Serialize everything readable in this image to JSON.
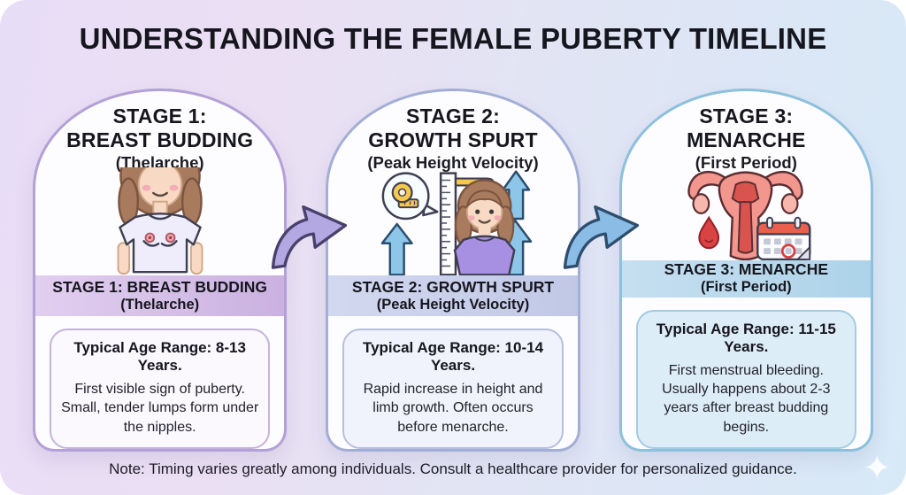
{
  "title": "UNDERSTANDING THE FEMALE PUBERTY TIMELINE",
  "note": "Note: Timing varies greatly among individuals. Consult a healthcare provider for personalized guidance.",
  "colors": {
    "stage1_accent": "#b2a0d6",
    "stage1_banner": "#cfb6e3",
    "stage2_accent": "#a3aed6",
    "stage2_banner": "#c7cde9",
    "stage3_accent": "#8cc0dc",
    "stage3_banner": "#b7d8ec",
    "connector_arrow_1": "#b4a8e2",
    "connector_arrow_2": "#8abce5",
    "background_left": "#e8ddf6",
    "background_right": "#d7e9f7"
  },
  "stages": [
    {
      "heading": {
        "line1": "STAGE 1:",
        "line2": "BREAST BUDDING",
        "subtitle": "(Thelarche)"
      },
      "banner": {
        "line1": "STAGE 1: BREAST BUDDING",
        "line2": "(Thelarche)"
      },
      "age_range": "Typical Age Range: 8-13 Years.",
      "description": "First visible sign of puberty. Small, tender lumps form under the nipples.",
      "illustration": "girl-torso-breast-buds"
    },
    {
      "heading": {
        "line1": "STAGE 2:",
        "line2": "GROWTH SPURT",
        "subtitle": "(Peak Height Velocity)"
      },
      "banner": {
        "line1": "STAGE 2: GROWTH SPURT",
        "line2": "(Peak Height Velocity)"
      },
      "age_range": "Typical Age Range: 10-14 Years.",
      "description": "Rapid increase in height and limb growth. Often occurs before menarche.",
      "illustration": "ruler-girl-up-arrows"
    },
    {
      "heading": {
        "line1": "STAGE 3:",
        "line2": "MENARCHE",
        "subtitle": "(First Period)"
      },
      "banner": {
        "line1": "STAGE 3: MENARCHE",
        "line2": "(First Period)"
      },
      "age_range": "Typical Age Range: 11-15 Years.",
      "description": "First menstrual bleeding. Usually happens about 2-3 years after breast budding begins.",
      "illustration": "uterus-blood-drop-calendar"
    }
  ]
}
